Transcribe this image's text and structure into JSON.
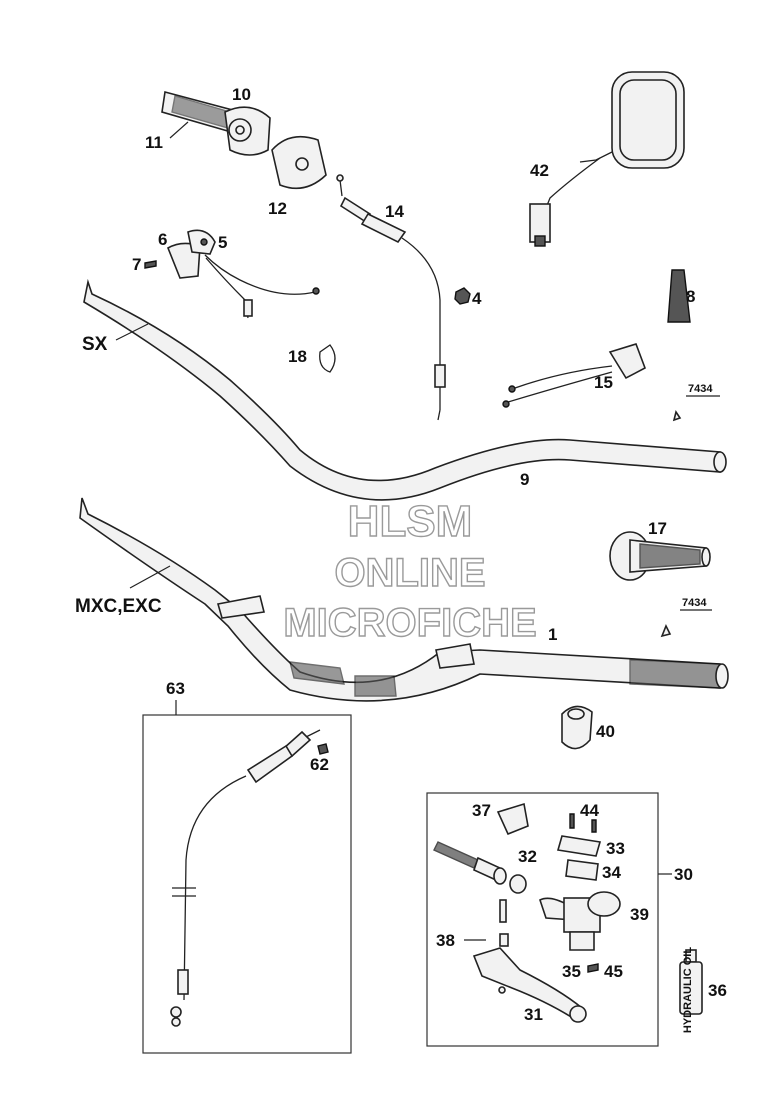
{
  "watermark": {
    "line1": "HLSM",
    "line2": "ONLINE",
    "line3": "MICROFICHE"
  },
  "variants": {
    "sx": "SX",
    "mxc_exc": "MXC,EXC"
  },
  "part_numbers": {
    "p1": "1",
    "p4": "4",
    "p5": "5",
    "p6": "6",
    "p7": "7",
    "p8": "8",
    "p9": "9",
    "p10": "10",
    "p11": "11",
    "p12": "12",
    "p14": "14",
    "p15": "15",
    "p17": "17",
    "p18": "18",
    "p30": "30",
    "p31": "31",
    "p32": "32",
    "p33": "33",
    "p34": "34",
    "p35": "35",
    "p36": "36",
    "p37": "37",
    "p38": "38",
    "p39": "39",
    "p40": "40",
    "p42": "42",
    "p44": "44",
    "p45": "45",
    "p62": "62",
    "p63": "63",
    "ref_top": "7434",
    "ref_bottom": "7434"
  },
  "bottle_label": "HYDRAULIC OIL"
}
